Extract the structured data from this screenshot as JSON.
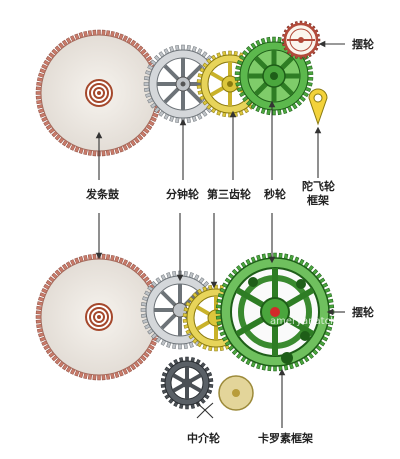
{
  "labels": {
    "mainspring_barrel": "发条鼓",
    "minute_wheel": "分钟轮",
    "third_wheel": "第三齿轮",
    "seconds_wheel": "秒轮",
    "balance_wheel_top": "摆轮",
    "flying_cage": [
      "陀飞轮",
      "框架"
    ],
    "balance_wheel_bottom": "摆轮",
    "intermediate_wheel": "中介轮",
    "carrousel_cage": "卡罗素框架"
  },
  "watermark": "ameryanatches",
  "colors": {
    "barrel_rim": "#c97b6a",
    "barrel_face": "#ece8e2",
    "center_coil": "#a5482c",
    "gray_gear": "#bfc3c7",
    "gray_stroke": "#6d7378",
    "yellow_gear": "#dcc63c",
    "yellow_stroke": "#8a7a10",
    "green_gear": "#4aa63d",
    "green_stroke": "#1e5e18",
    "dark_gear": "#4a4f54",
    "gold_disc": "#e3d59a",
    "balance_red": "#b24a3a",
    "jewel": "#d22a2a"
  }
}
